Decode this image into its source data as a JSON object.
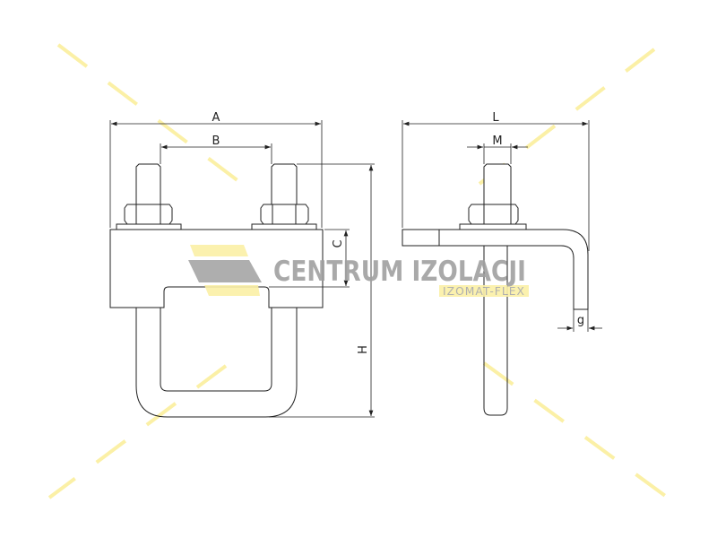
{
  "dimensions": {
    "A": "A",
    "B": "B",
    "C": "C",
    "H": "H",
    "L": "L",
    "M": "M",
    "g": "g"
  },
  "logo": {
    "name": "CENTRUM IZOLACJI",
    "sub": "IZOMAT-FLEX"
  },
  "colors": {
    "line": "#222222",
    "watermark": "#fbf0a6",
    "logo_grey": "#a0a0a0",
    "logo_yellow": "#fbf0a6"
  }
}
